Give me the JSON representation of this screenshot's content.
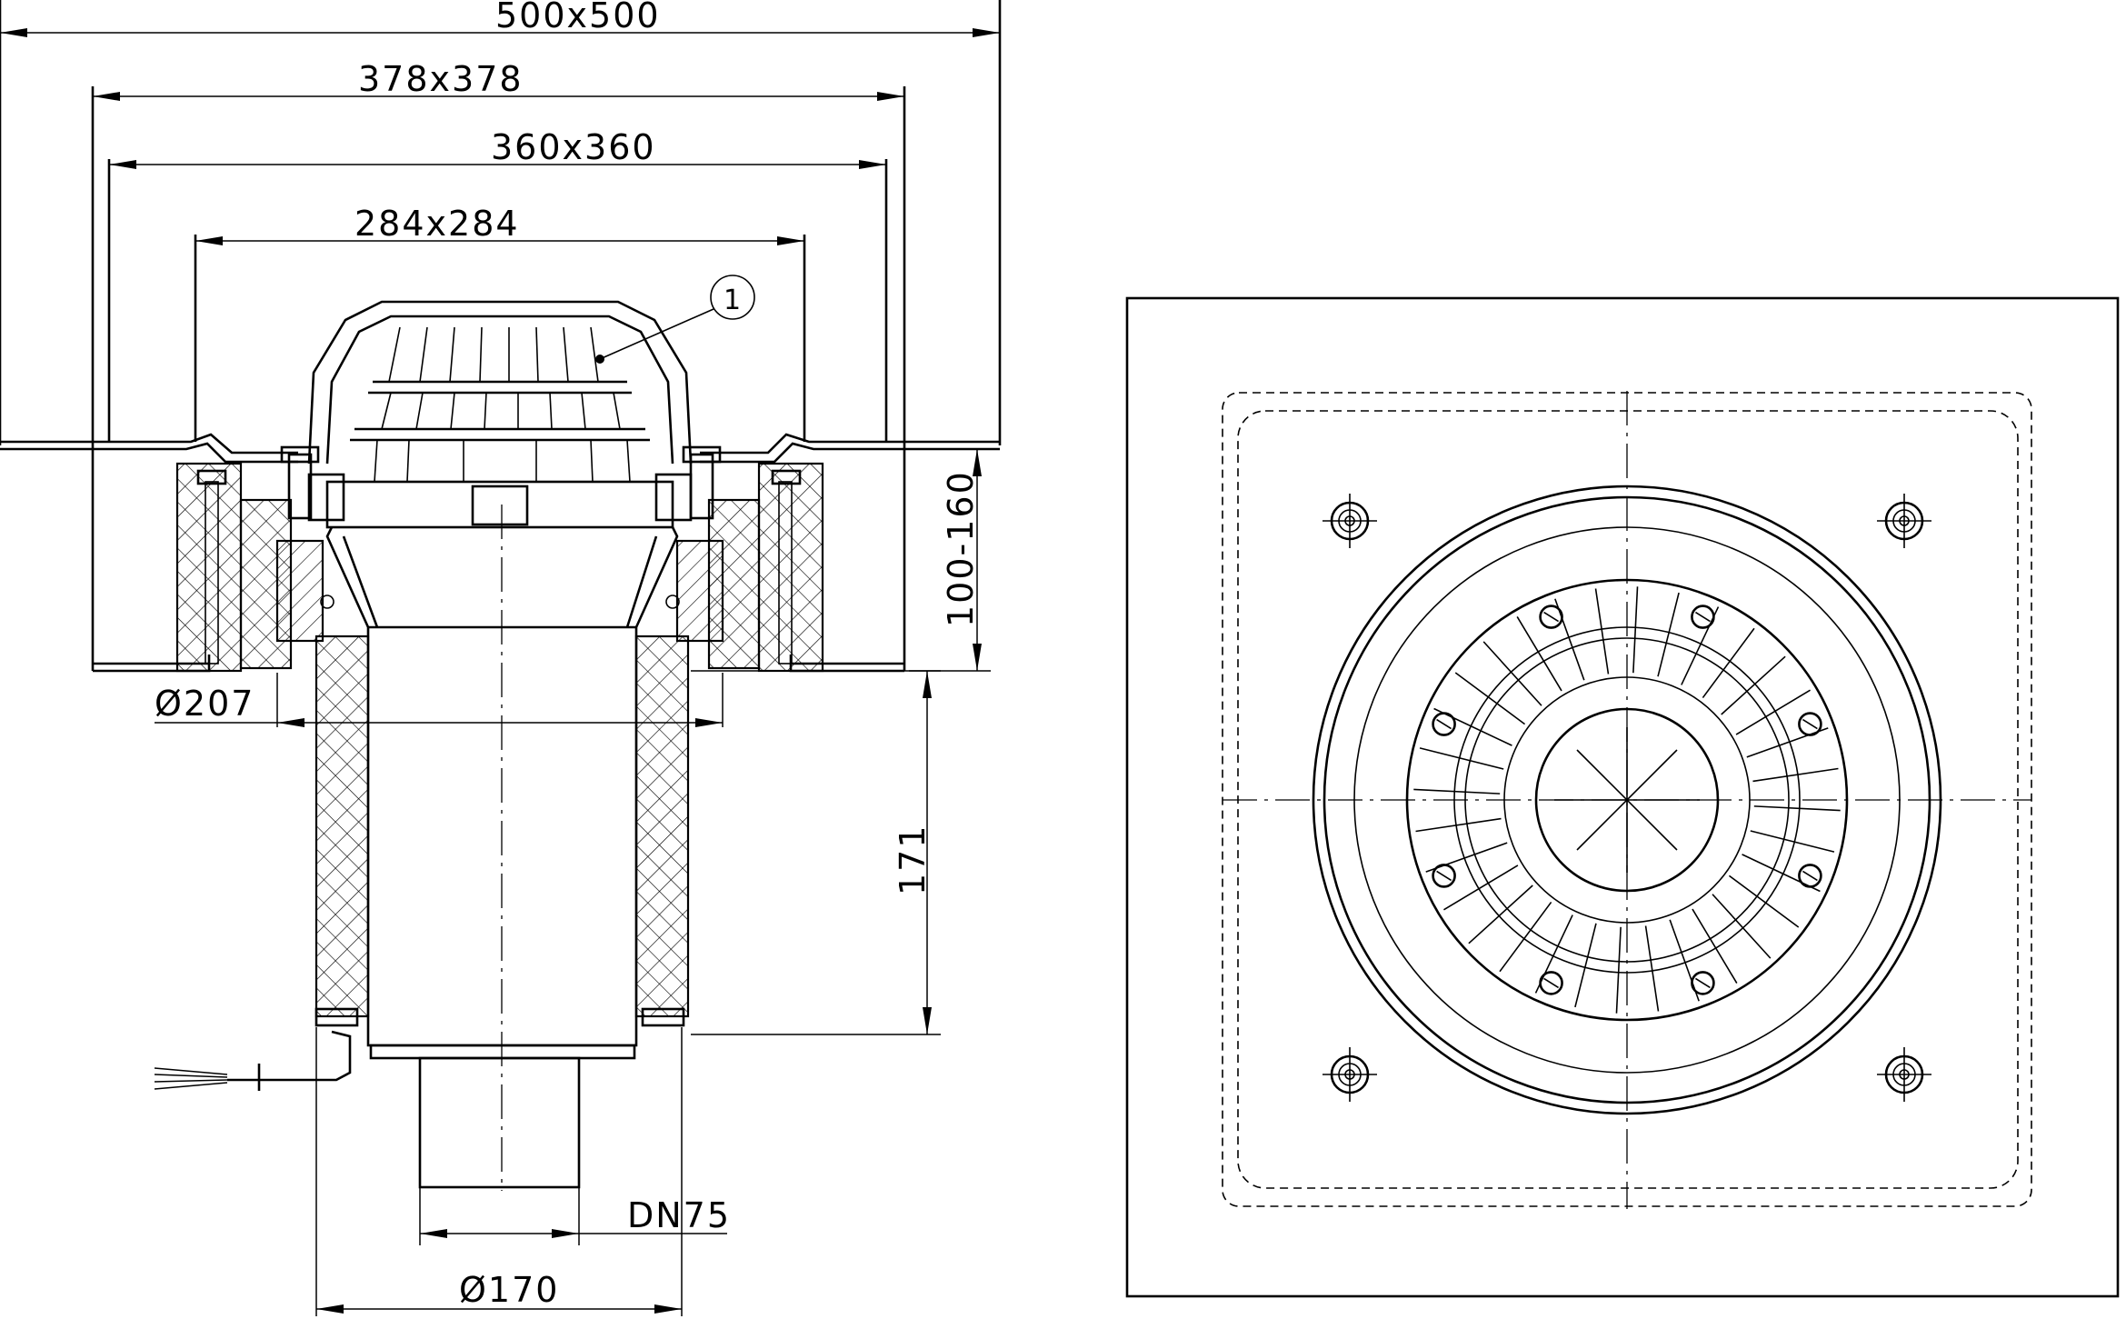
{
  "dimensions": {
    "overall": "500x500",
    "flange_outer": "378x378",
    "flange_inner": "360x360",
    "insulation": "284x284",
    "height_range": "100-160",
    "body_diameter": "Ø207",
    "pipe_length": "171",
    "outlet": "DN75",
    "sleeve_diameter": "Ø170"
  },
  "callouts": {
    "item_1": "1"
  }
}
